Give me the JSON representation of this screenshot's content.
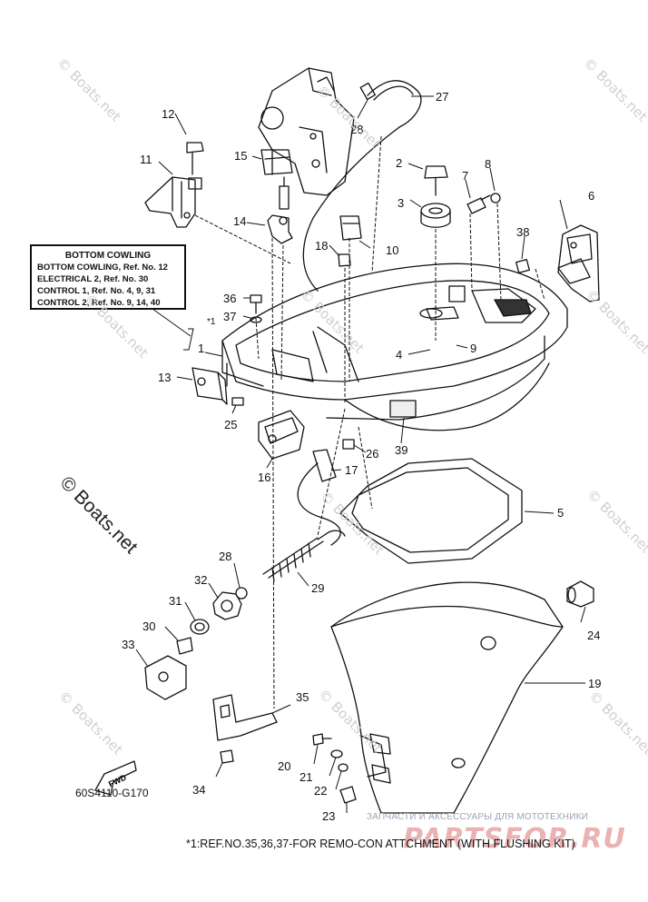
{
  "reference_box": {
    "title": "BOTTOM COWLING",
    "lines": [
      "BOTTOM COWLING, Ref. No. 12",
      "ELECTRICAL 2, Ref. No. 30",
      "CONTROL 1, Ref. No. 4, 9, 31",
      "CONTROL 2, Ref. No. 9, 14, 40"
    ]
  },
  "callouts": [
    "1",
    "2",
    "3",
    "4",
    "5",
    "6",
    "7",
    "8",
    "9",
    "10",
    "11",
    "12",
    "13",
    "14",
    "15",
    "16",
    "17",
    "18",
    "19",
    "20",
    "21",
    "22",
    "23",
    "24",
    "25",
    "26",
    "27",
    "28",
    "28",
    "29",
    "30",
    "31",
    "32",
    "33",
    "34",
    "35",
    "36",
    "37",
    "38",
    "39"
  ],
  "watermark": "© Boats.net",
  "small_watermark": "© Boats.net",
  "diagram_code": "60S4110-G170",
  "fwd_label": "FWD",
  "footnote": "*1:REF.NO.35,36,37-FOR REMO-CON ATTCHMENT (WITH FLUSHING KIT)",
  "star_mark": "*1",
  "shop_line": "ЗАПЧАСТИ И АКСЕССУАРЫ ДЛЯ МОТОТЕХНИКИ",
  "shop_logo": "PARTSFOR.RU"
}
